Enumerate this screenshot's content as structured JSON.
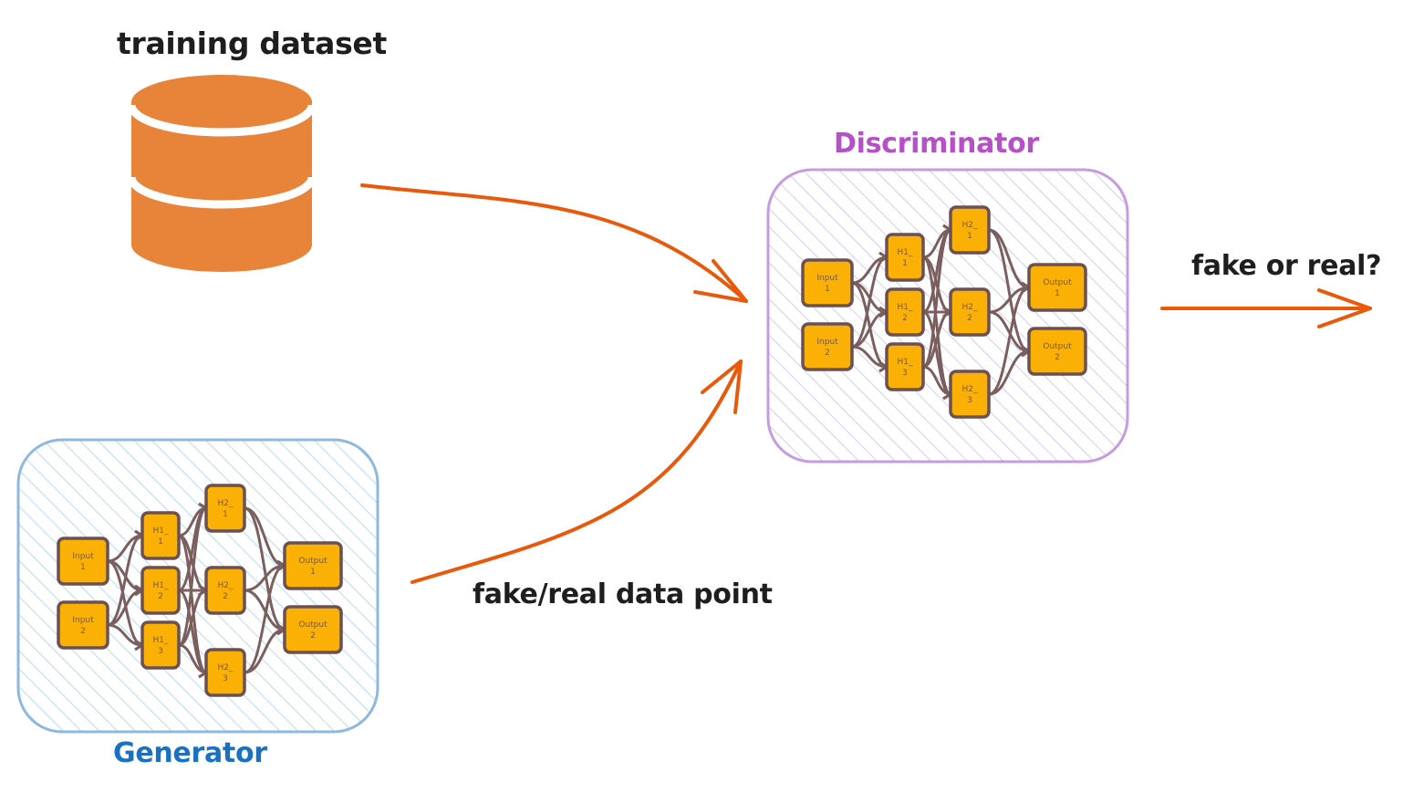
{
  "labels": {
    "dataset_title": "training dataset",
    "discriminator_title": "Discriminator",
    "generator_title": "Generator",
    "output_label": "fake or real?",
    "datapoint_label": "fake/real data point"
  },
  "colors": {
    "arrow": "#e8590c",
    "database": "#e8843a",
    "discriminator": "#b64fc8",
    "discriminator_border": "#c79be0",
    "discriminator_hatch": "#c9c0ec",
    "generator": "#1971c2",
    "generator_border": "#8fb8df",
    "generator_hatch": "#a9d0f2",
    "node_fill": "#fab005",
    "node_border": "#6b5151",
    "edge": "#7b5f5f",
    "text": "#1e1e1e"
  },
  "network": {
    "nodes": [
      {
        "id": "in1",
        "lines": [
          "Input",
          "1"
        ]
      },
      {
        "id": "in2",
        "lines": [
          "Input",
          "2"
        ]
      },
      {
        "id": "h11",
        "lines": [
          "H1_",
          "1"
        ]
      },
      {
        "id": "h12",
        "lines": [
          "H1_",
          "2"
        ]
      },
      {
        "id": "h13",
        "lines": [
          "H1_",
          "3"
        ]
      },
      {
        "id": "h21",
        "lines": [
          "H2_",
          "1"
        ]
      },
      {
        "id": "h22",
        "lines": [
          "H2_",
          "2"
        ]
      },
      {
        "id": "h23",
        "lines": [
          "H2_",
          "3"
        ]
      },
      {
        "id": "out1",
        "lines": [
          "Output",
          "1"
        ]
      },
      {
        "id": "out2",
        "lines": [
          "Output",
          "2"
        ]
      }
    ],
    "layers": [
      [
        "in1",
        "in2"
      ],
      [
        "h11",
        "h12",
        "h13"
      ],
      [
        "h21",
        "h22",
        "h23"
      ],
      [
        "out1",
        "out2"
      ]
    ]
  }
}
